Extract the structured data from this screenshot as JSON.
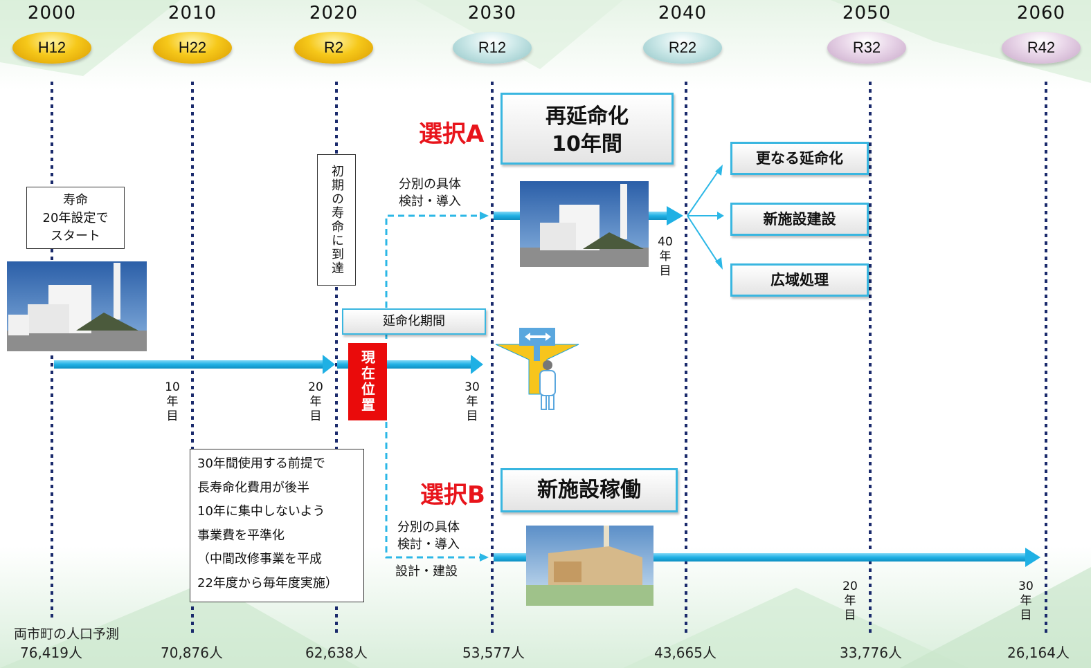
{
  "timeline": [
    {
      "year": "2000",
      "era": "H12",
      "style": "gold"
    },
    {
      "year": "2010",
      "era": "H22",
      "style": "gold"
    },
    {
      "year": "2020",
      "era": "R2",
      "style": "gold"
    },
    {
      "year": "2030",
      "era": "R12",
      "style": "teal"
    },
    {
      "year": "2040",
      "era": "R22",
      "style": "teal"
    },
    {
      "year": "2050",
      "era": "R32",
      "style": "pink"
    },
    {
      "year": "2060",
      "era": "R42",
      "style": "pink"
    }
  ],
  "notes": {
    "start_note": [
      "寿命",
      "20年設定で",
      "スタート"
    ],
    "initial_life": "初期の寿命に到達",
    "extension_period": "延命化期間",
    "current_position": "現在位置",
    "plan_note": [
      "30年間使用する前提で",
      "長寿命化費用が後半",
      "10年に集中しないよう",
      "事業費を平準化",
      "（中間改修事業を平成",
      "22年度から毎年度実施）"
    ]
  },
  "option_a": {
    "label": "選択A",
    "box_lines": [
      "再延命化",
      "10年間"
    ],
    "study": [
      "分別の具体",
      "検討・導入"
    ],
    "year_label": [
      "40",
      "年",
      "目"
    ],
    "outcomes": [
      "更なる延命化",
      "新施設建設",
      "広域処理"
    ]
  },
  "option_b": {
    "label": "選択B",
    "box": "新施設稼働",
    "study": [
      "分別の具体",
      "検討・導入"
    ],
    "design": "設計・建設"
  },
  "year_labels": {
    "y10": [
      "10",
      "年",
      "目"
    ],
    "y20": [
      "20",
      "年",
      "目"
    ],
    "y30": [
      "30",
      "年",
      "目"
    ],
    "b20": [
      "20",
      "年",
      "目"
    ],
    "b30": [
      "30",
      "年",
      "目"
    ]
  },
  "population": {
    "title": "両市町の人口予測",
    "values": [
      "76,419人",
      "70,876人",
      "62,638人",
      "53,577人",
      "43,665人",
      "33,776人",
      "26,164人"
    ]
  },
  "colors": {
    "arrow": "#2bb7e6",
    "dotted_line": "#1a2a6c",
    "highlight": "#e8141b"
  }
}
